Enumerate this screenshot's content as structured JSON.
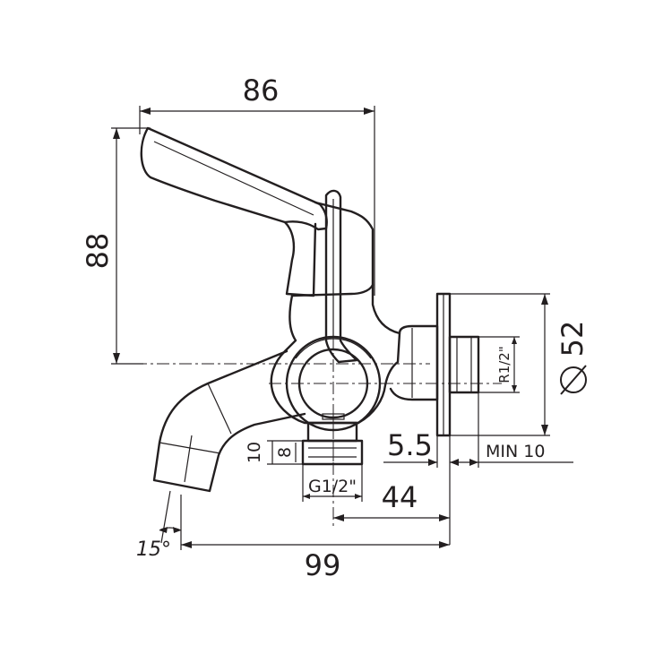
{
  "dimensions": {
    "overall_width": "86",
    "overall_height": "88",
    "flange_diameter": "52",
    "inlet_thread": "R1/2\"",
    "flange_offset": "5.5",
    "min_depth": "MIN 10",
    "outlet_height_outer": "10",
    "outlet_height_inner": "8",
    "outlet_thread": "G1/2\"",
    "outlet_distance": "44",
    "overall_length": "99",
    "spout_angle": "15°"
  }
}
